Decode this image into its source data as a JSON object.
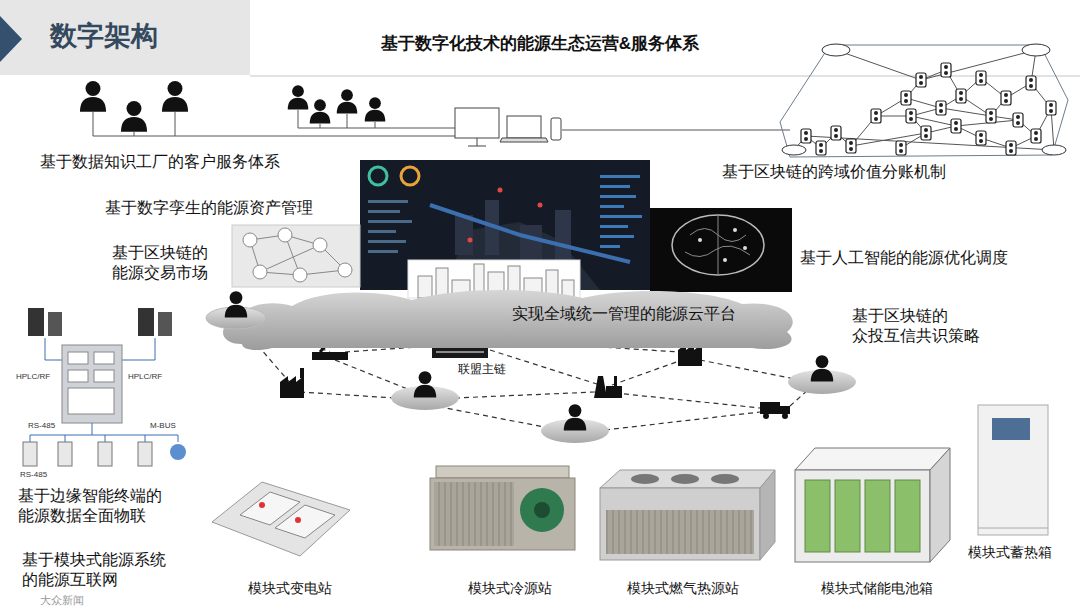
{
  "diagram": {
    "title": "数字架构",
    "nodes": [
      {
        "text": [
          "实现全域统一管理的能源云平台"
        ]
      },
      {
        "text": [
          "模块式变电站"
        ]
      },
      {
        "text": [
          "模块式冷源站"
        ]
      },
      {
        "text": [
          "模块式燃气热源站"
        ]
      },
      {
        "text": [
          "模块式储能电池箱"
        ]
      },
      {
        "text": [
          "模块式蓄热箱"
        ]
      }
    ],
    "labels": [
      "基于数字化技术的能源生态运营&服务体系",
      "基于数据知识工厂的客户服务体系",
      "基于区块链的跨域价值分账机制",
      "基于数字孪生的能源资产管理",
      "基于区块链的 能源交易市场",
      "基于人工智能的能源优化调度",
      "基于区块链的 众投互信共识策略",
      "联盟主链",
      "基于边缘智能终端的 能源数据全面物联",
      "基于模块式能源系统 的能源互联网",
      "HPLC/RF",
      "HPLC/RF",
      "RS-485",
      "RS-485",
      "M-BUS",
      "大众新闻"
    ]
  }
}
